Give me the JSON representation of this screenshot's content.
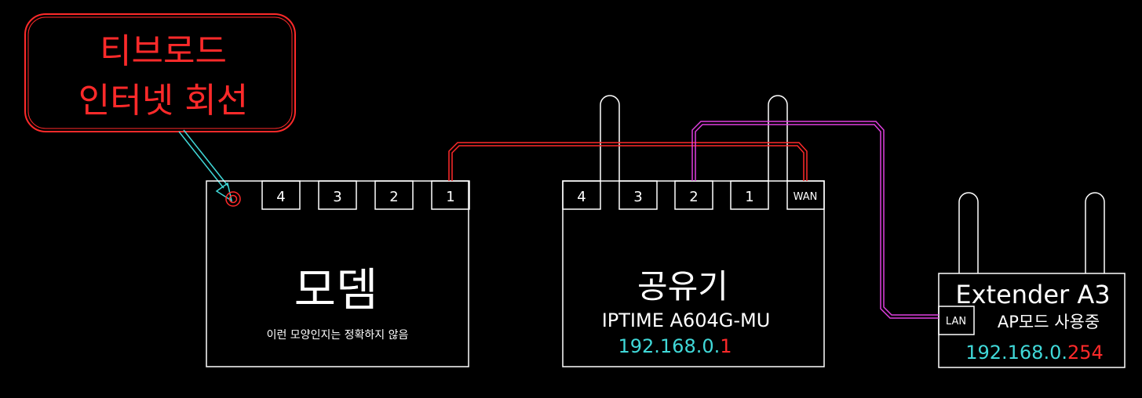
{
  "callout": {
    "line1": "티브로드",
    "line2": "인터넷 회선"
  },
  "modem": {
    "title": "모뎀",
    "note": "이런 모양인지는 정확하지 않음",
    "ports": [
      "4",
      "3",
      "2",
      "1"
    ]
  },
  "router": {
    "title": "공유기",
    "model": "IPTIME A604G-MU",
    "ip_prefix": "192.168.0.",
    "ip_suffix": "1",
    "ports": [
      "4",
      "3",
      "2",
      "1"
    ],
    "wan_label": "WAN"
  },
  "extender": {
    "title": "Extender A3",
    "mode": "AP모드 사용중",
    "lan_label": "LAN",
    "ip_prefix": "192.168.0.",
    "ip_suffix": "254"
  },
  "colors": {
    "background": "#000000",
    "outline": "#ffffff",
    "callout": "#ff2a2a",
    "internet_line": "#ff2a2a",
    "lan_line": "#e040e0",
    "arrow": "#40d8d8",
    "ip_text": "#40d8d8",
    "ip_suffix": "#ff2a2a"
  }
}
